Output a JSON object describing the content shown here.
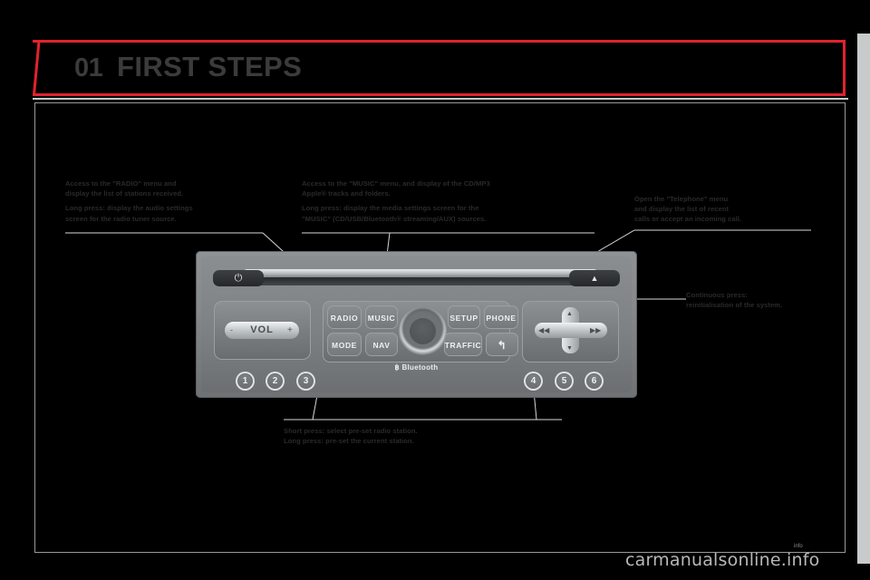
{
  "header": {
    "chapter_number": "01",
    "title": "FIRST STEPS"
  },
  "callouts": {
    "radio": {
      "line1": "Access to the \"RADIO\" menu and",
      "line2": "display the list of stations received.",
      "line3": "Long press: display the audio settings",
      "line4": "screen for the radio tuner source."
    },
    "music": {
      "line1": "Access to the \"MUSIC\" menu, and display of the CD/MP3",
      "line2": "Apple® tracks and folders.",
      "line3": "Long press: display the media settings screen for the",
      "line4": "\"MUSIC\" (CD/USB/Bluetooth® streaming/AUX) sources."
    },
    "phone": {
      "line1": "Open the \"Telephone\" menu",
      "line2": "and display the list of recent",
      "line3": "calls or accept an incoming call."
    },
    "reinit": {
      "line1": "Continuous press:",
      "line2": "reinitialisation of the system."
    },
    "preset": {
      "line1": "Short press: select pre-set radio station.",
      "line2": "Long press: pre-set the current station."
    }
  },
  "radio_unit": {
    "power_icon": "⏻",
    "eject_icon": "▲",
    "volume_label": "VOL",
    "volume_minus": "-",
    "volume_plus": "+",
    "keys": {
      "radio": "RADIO",
      "music": "MUSIC",
      "setup": "SETUP",
      "phone": "PHONE",
      "mode": "MODE",
      "nav": "NAV",
      "traffic": "TRAFFIC",
      "back": "↰"
    },
    "bluetooth_label": "Bluetooth",
    "bluetooth_glyph": "฿",
    "dpad": {
      "rewind": "◀◀",
      "forward": "▶▶",
      "up": "▲",
      "down": "▼"
    },
    "preset_buttons": [
      "1",
      "2",
      "3",
      "4",
      "5",
      "6"
    ]
  },
  "watermark": {
    "text": "carmanualsonline.info",
    "tag": "info"
  },
  "colors": {
    "accent_red": "#e2222f",
    "page_background": "#000000",
    "rail_grey": "#c9cacb",
    "text_dark": "#2a2a2a"
  }
}
